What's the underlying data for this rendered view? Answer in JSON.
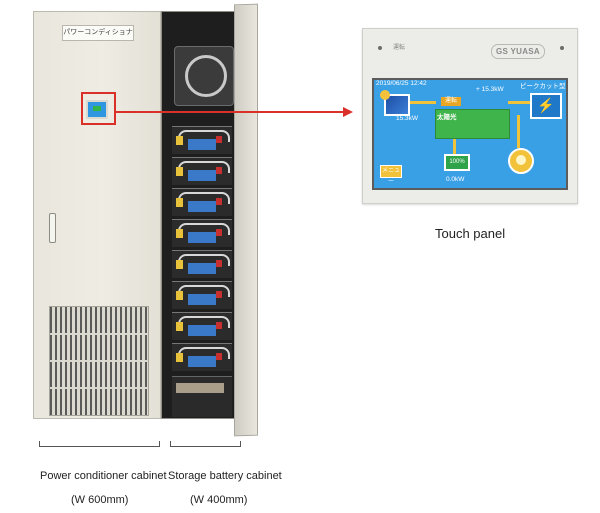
{
  "cabinet": {
    "nameplate": "パワーコンディショナ"
  },
  "touch_panel": {
    "top_label": "運転",
    "logo": "GS YUASA",
    "datetime": "2019/06/25 12:42",
    "power": "+ 15.3kW",
    "peak_label": "ピークカット型",
    "solar_value": "15.3kW",
    "run_badge": "運転",
    "pcs_label": "太陽光",
    "battery_percent": "100%",
    "battery_value": "0.0kW",
    "menu_label": "メニュー"
  },
  "captions": {
    "touch_panel": "Touch panel",
    "pc_cabinet": "Power conditioner cabinet",
    "pc_width": "(W 600mm)",
    "bat_cabinet": "Storage battery cabinet",
    "bat_width": "(W 400mm)"
  },
  "colors": {
    "highlight": "#d9302a",
    "screen": "#3aa0e6",
    "pcs_green": "#3fb44a",
    "flow_yellow": "#f0c33a"
  }
}
